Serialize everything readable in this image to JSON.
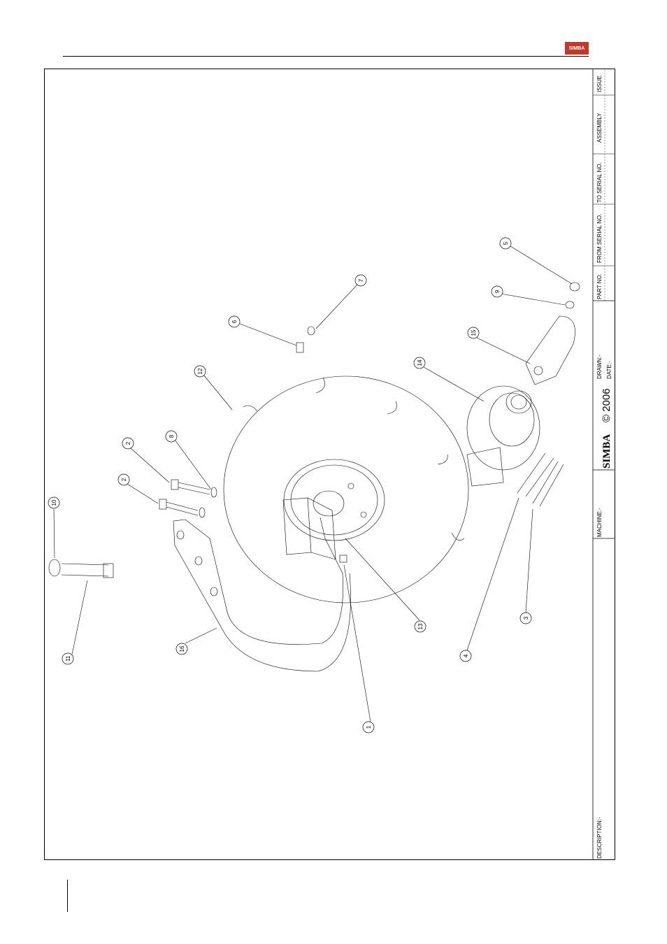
{
  "header": {
    "logo_text": "SIMBA"
  },
  "title_block": {
    "description_label": "DESCRIPTION:-",
    "machine_label": "MACHINE:-",
    "copyright": "© 2006",
    "brand": "SIMBA",
    "drawn_label": "DRAWN:-",
    "date_label": "DATE:-",
    "part_no_label": "PART NO.",
    "from_serial_label": "FROM SERIAL NO.",
    "to_serial_label": "TO SERIAL NO.",
    "assembly_label": "ASSEMBLY",
    "issue_label": "ISSUE"
  },
  "callouts": [
    "1",
    "2",
    "2",
    "3",
    "4",
    "5",
    "6",
    "7",
    "8",
    "9",
    "10",
    "11",
    "12",
    "13",
    "14",
    "15",
    "16"
  ]
}
